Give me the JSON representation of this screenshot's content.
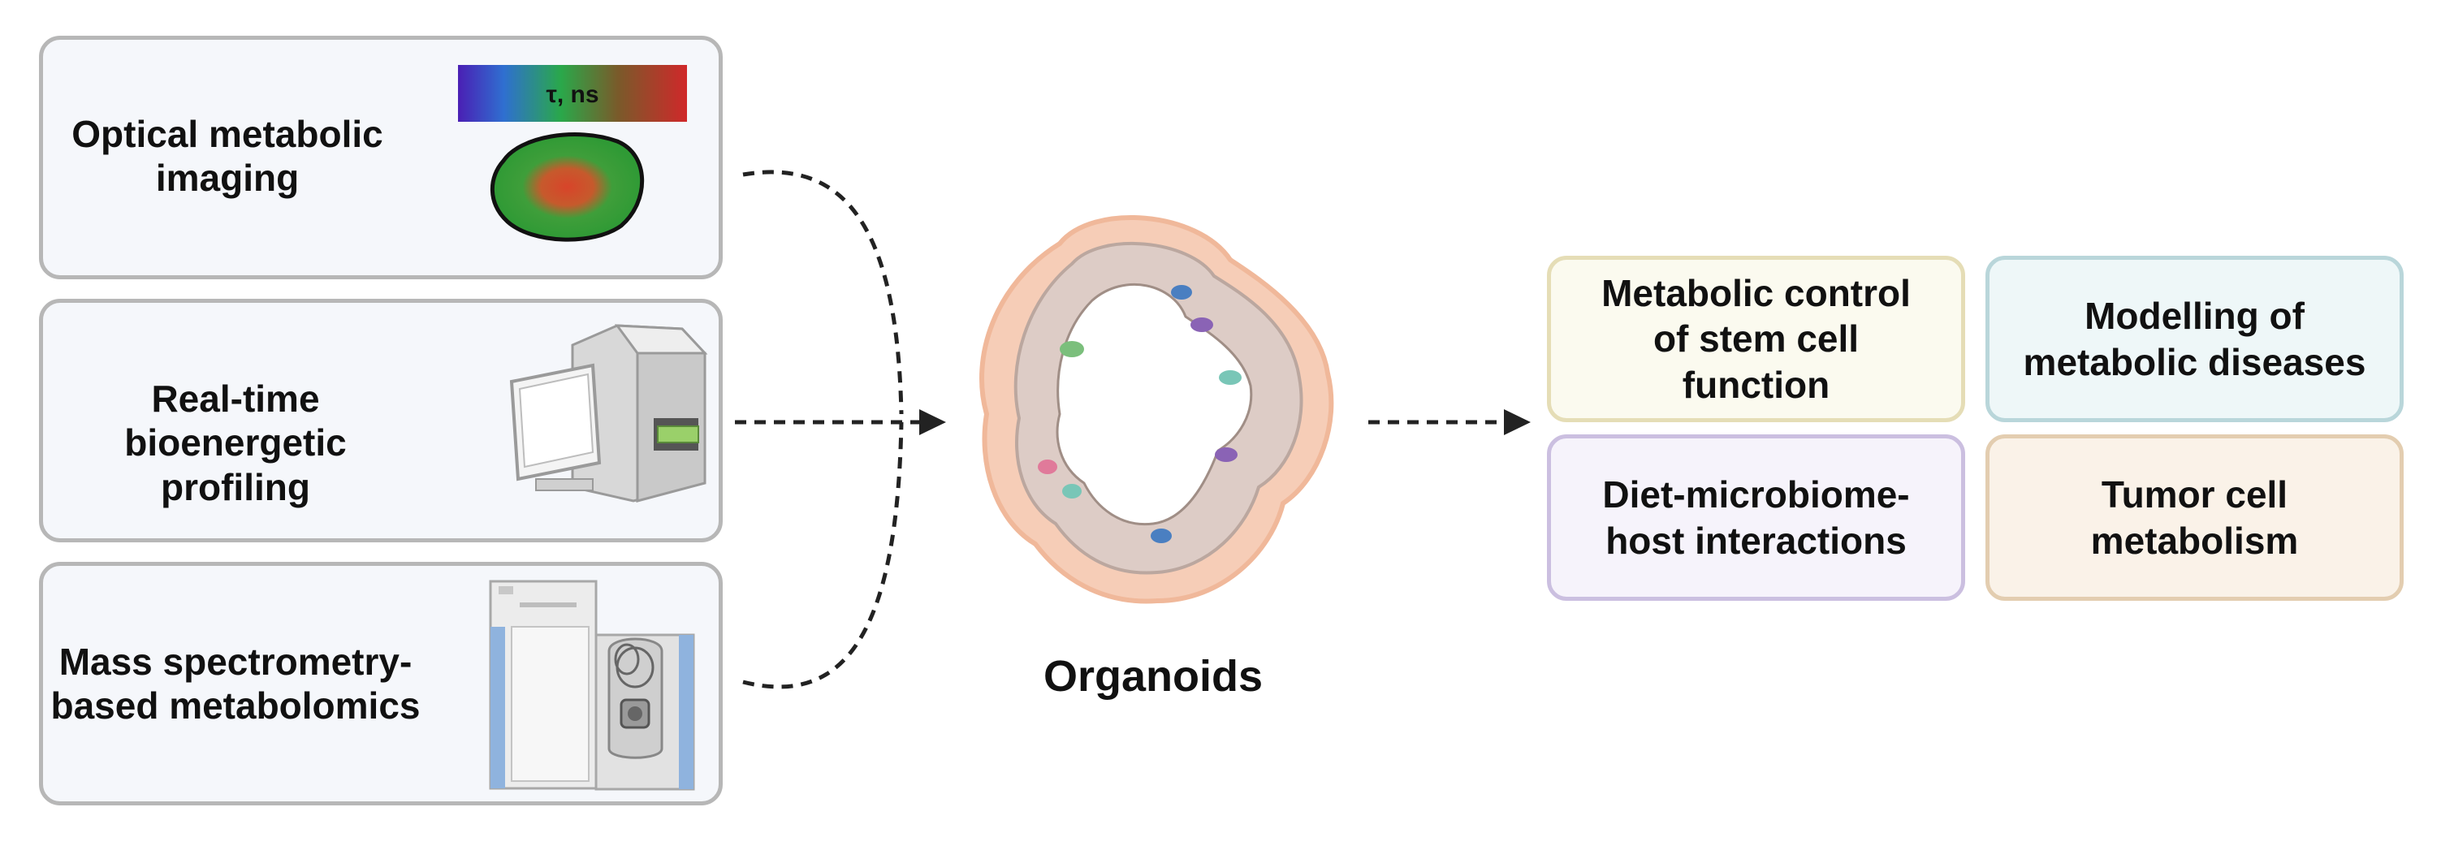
{
  "methods": [
    {
      "label": "Optical metabolic\nimaging",
      "icon": "fluorescence-lifetime-icon"
    },
    {
      "label": "Real-time\nbioenergetic profiling",
      "icon": "bioanalyzer-instrument-icon"
    },
    {
      "label": "Mass spectrometry-\nbased metabolomics",
      "icon": "mass-spectrometer-icon"
    }
  ],
  "colorbar_label": "τ, ns",
  "center": {
    "label": "Organoids",
    "icon": "organoid-icon"
  },
  "applications": [
    {
      "label": "Metabolic control\nof stem cell\nfunction",
      "bg": "#fbfaef",
      "border": "#e5ddb6"
    },
    {
      "label": "Modelling of\nmetabolic diseases",
      "bg": "#eef7f8",
      "border": "#b9d6da"
    },
    {
      "label": "Diet-microbiome-\nhost interactions",
      "bg": "#f6f3fb",
      "border": "#cbbfe0"
    },
    {
      "label": "Tumor cell\nmetabolism",
      "bg": "#faf2e8",
      "border": "#e3cdb0"
    }
  ],
  "colors": {
    "arrow": "#222222",
    "box_border": "#b7b7b7",
    "box_fill": "#f5f7fb"
  }
}
